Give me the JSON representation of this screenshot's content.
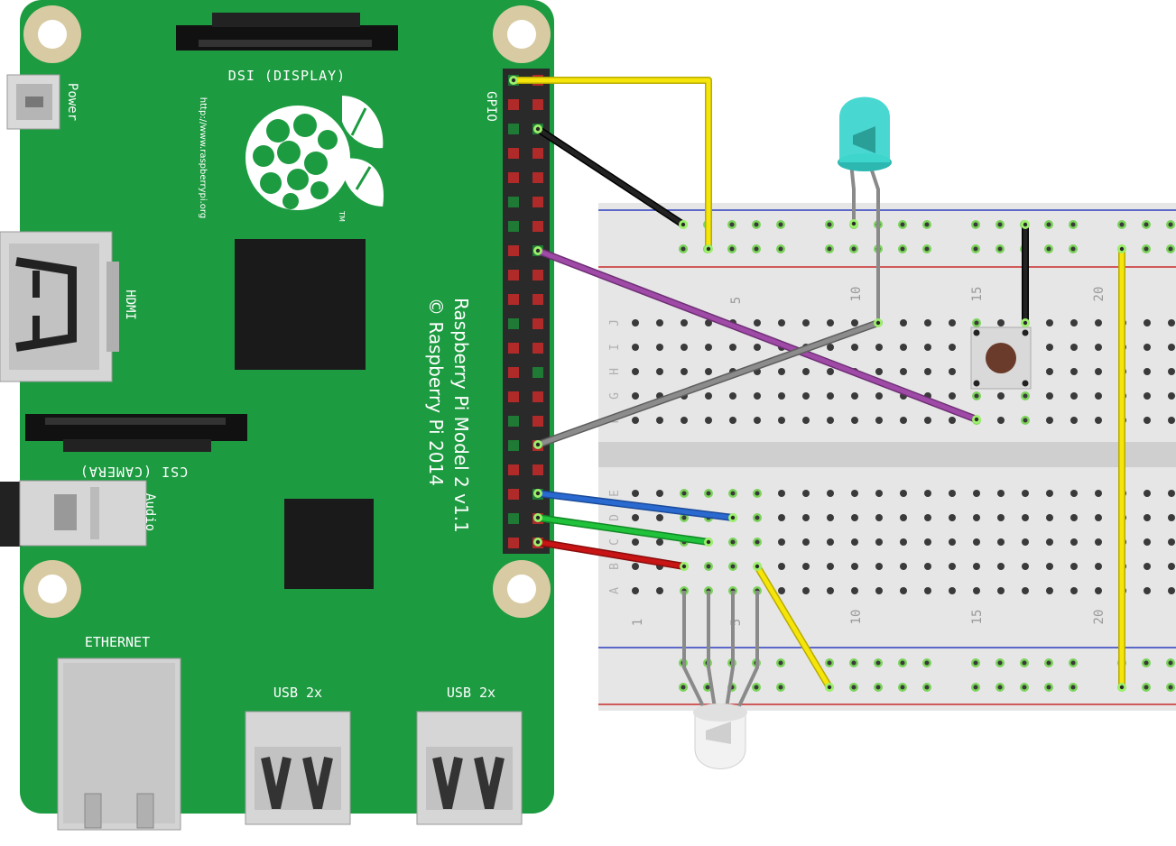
{
  "board": {
    "model_line1": "Raspberry Pi Model 2 v1.1",
    "model_line2": "© Raspberry Pi 2014",
    "url": "http://www.raspberrypi.org",
    "trademark": "TM",
    "labels": {
      "power": "Power",
      "display": "DSI (DISPLAY)",
      "gpio": "GPIO",
      "hdmi": "HDMI",
      "camera": "CSI (CAMERA)",
      "audio": "Audio",
      "ethernet": "ETHERNET",
      "usb_left": "USB 2x",
      "usb_right": "USB 2x"
    },
    "colors": {
      "pcb": "#1d9b41",
      "hole_ring": "#d8cba3",
      "chip": "#1a1a1a",
      "header_pin_red": "#b02a2a",
      "header_pin_green": "#1f7a35"
    }
  },
  "breadboard": {
    "column_numbers_top": [
      "5",
      "10",
      "15",
      "20"
    ],
    "column_numbers_bottom": [
      "1",
      "5",
      "10",
      "15",
      "20"
    ],
    "row_letters_top": [
      "J",
      "I",
      "H",
      "G",
      "F"
    ],
    "row_letters_bottom": [
      "E",
      "D",
      "C",
      "B",
      "A"
    ],
    "colors": {
      "body": "#e6e6e6",
      "rail_blue": "#2d3fbf",
      "rail_red": "#c82a2a",
      "hole": "#3a3a3a",
      "hole_active": "#7bd35a"
    }
  },
  "components": {
    "led": {
      "color": "#3fd6cf"
    },
    "rgb_led": {
      "color": "#eeeeee"
    },
    "button": {
      "color": "#6a3b2a"
    }
  },
  "wires": [
    {
      "name": "wire-yellow-power",
      "color": "#f5e50a"
    },
    {
      "name": "wire-black-ground",
      "color": "#1a1a1a"
    },
    {
      "name": "wire-purple",
      "color": "#a04aa8"
    },
    {
      "name": "wire-gray",
      "color": "#8c8c8c"
    },
    {
      "name": "wire-blue",
      "color": "#2a6ad0"
    },
    {
      "name": "wire-green",
      "color": "#1fc23a"
    },
    {
      "name": "wire-red",
      "color": "#c81414"
    },
    {
      "name": "wire-yellow-rgb",
      "color": "#f5e50a"
    },
    {
      "name": "wire-yellow-rail",
      "color": "#f5e50a"
    },
    {
      "name": "wire-black-button",
      "color": "#1a1a1a"
    }
  ]
}
